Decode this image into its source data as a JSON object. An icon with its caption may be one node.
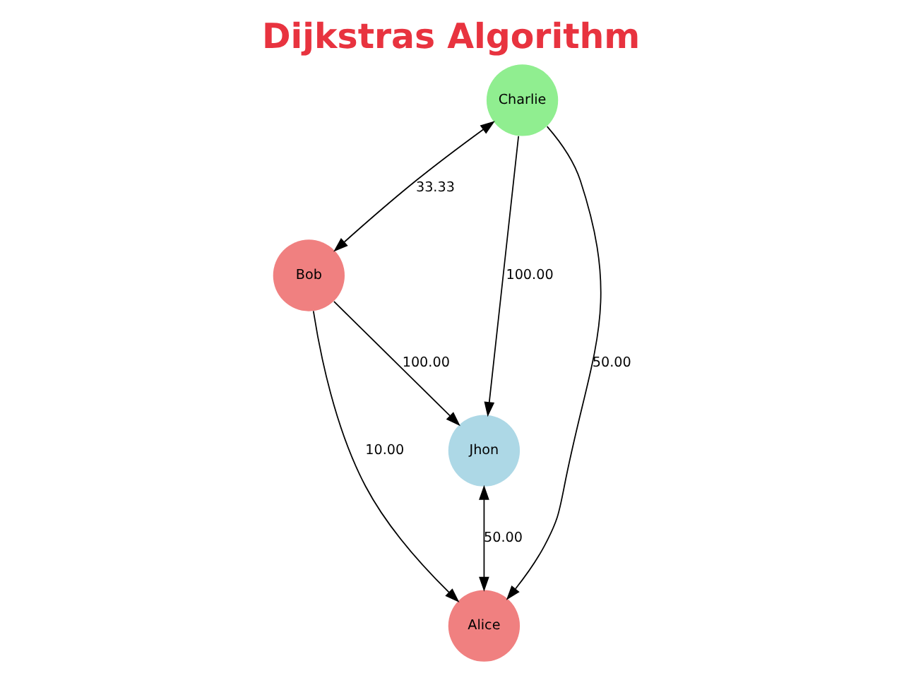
{
  "diagram": {
    "title": "Dijkstras Algorithm",
    "nodes": [
      {
        "text": [
          "Charlie"
        ]
      },
      {
        "text": [
          "Bob"
        ]
      },
      {
        "text": [
          "Jhon"
        ]
      },
      {
        "text": [
          "Alice"
        ]
      }
    ],
    "edges": [
      {
        "from": 0,
        "to": 1,
        "arrow": "both",
        "label": "33.33"
      },
      {
        "from": 0,
        "to": 2,
        "arrow": "to",
        "label": "100.00"
      },
      {
        "from": 0,
        "to": 3,
        "arrow": "to",
        "label": "50.00"
      },
      {
        "from": 1,
        "to": 2,
        "arrow": "to",
        "label": "100.00"
      },
      {
        "from": 1,
        "to": 3,
        "arrow": "to",
        "label": "10.00"
      },
      {
        "from": 2,
        "to": 3,
        "arrow": "both",
        "label": "50.00"
      }
    ]
  }
}
